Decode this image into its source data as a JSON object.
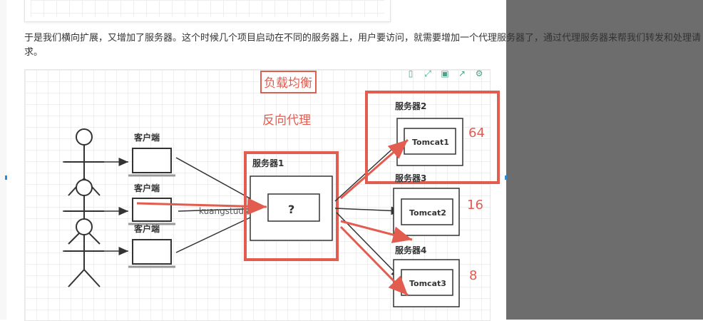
{
  "paragraph": "于是我们横向扩展，又增加了服务器。这个时候几个项目启动在不同的服务器上，用户要访问，就需要增加一个代理服务器了，通过代理服务器来帮我们转发和处理请求。",
  "toolbar": {
    "icons": [
      "bookmark-icon",
      "expand-icon",
      "save-icon",
      "share-icon",
      "settings-icon"
    ],
    "glyphs": [
      "▯",
      "⤢",
      "▣",
      "↗",
      "⚙"
    ]
  },
  "diagram": {
    "title_load_balance": "负载均衡",
    "title_reverse_proxy": "反向代理",
    "client_label": "客户端",
    "client_labels": [
      "客户端",
      "客户端",
      "客户端"
    ],
    "proxy_label": "服务器1",
    "proxy_symbol": "?",
    "watermark": "kuangstudy",
    "servers": [
      {
        "label": "服务器2",
        "app": "Tomcat1",
        "weight": "64"
      },
      {
        "label": "服务器3",
        "app": "Tomcat2",
        "weight": "16"
      },
      {
        "label": "服务器4",
        "app": "Tomcat3",
        "weight": "8"
      }
    ]
  },
  "colors": {
    "highlight_red": "#e25c4f",
    "line_dark": "#333333",
    "overlay_gray": "#6d6d6d",
    "toolbar_green": "#4aa38c"
  }
}
